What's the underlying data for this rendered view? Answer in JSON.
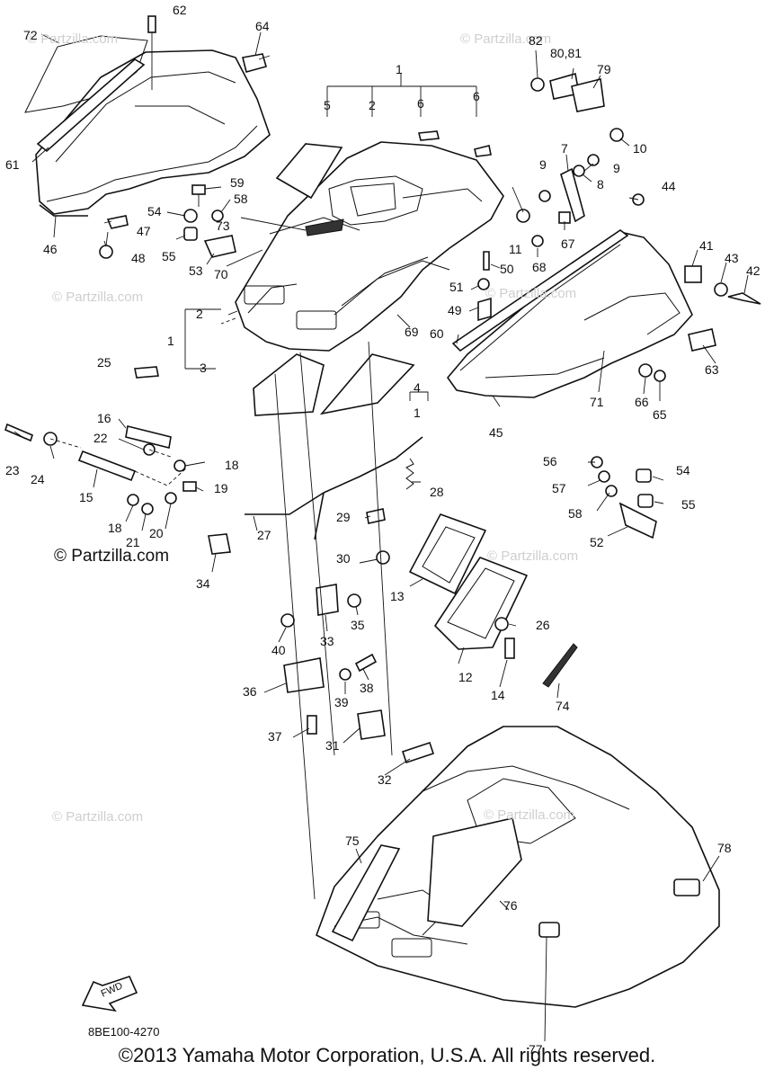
{
  "diagram": {
    "code": "8BE100-4270",
    "copyright": "©2013 Yamaha Motor Corporation, U.S.A. All rights reserved.",
    "fwd_label": "FWD",
    "watermark": "© Partzilla.com",
    "watermark_main": "© Partzilla.com"
  },
  "callouts": [
    {
      "id": "72",
      "text": "72"
    },
    {
      "id": "62",
      "text": "62"
    },
    {
      "id": "64",
      "text": "64"
    },
    {
      "id": "61",
      "text": "61"
    },
    {
      "id": "46",
      "text": "46"
    },
    {
      "id": "47",
      "text": "47"
    },
    {
      "id": "48",
      "text": "48"
    },
    {
      "id": "54a",
      "text": "54"
    },
    {
      "id": "55a",
      "text": "55"
    },
    {
      "id": "53",
      "text": "53"
    },
    {
      "id": "59",
      "text": "59"
    },
    {
      "id": "58a",
      "text": "58"
    },
    {
      "id": "73",
      "text": "73"
    },
    {
      "id": "70",
      "text": "70"
    },
    {
      "id": "1a",
      "text": "1"
    },
    {
      "id": "5",
      "text": "5"
    },
    {
      "id": "2a",
      "text": "2"
    },
    {
      "id": "6a",
      "text": "6"
    },
    {
      "id": "6b",
      "text": "6"
    },
    {
      "id": "82",
      "text": "82"
    },
    {
      "id": "80_81",
      "text": "80,81"
    },
    {
      "id": "79",
      "text": "79"
    },
    {
      "id": "10",
      "text": "10"
    },
    {
      "id": "7",
      "text": "7"
    },
    {
      "id": "9a",
      "text": "9"
    },
    {
      "id": "9b",
      "text": "9"
    },
    {
      "id": "8",
      "text": "8"
    },
    {
      "id": "44",
      "text": "44"
    },
    {
      "id": "11",
      "text": "11"
    },
    {
      "id": "67",
      "text": "67"
    },
    {
      "id": "68",
      "text": "68"
    },
    {
      "id": "50",
      "text": "50"
    },
    {
      "id": "51",
      "text": "51"
    },
    {
      "id": "49",
      "text": "49"
    },
    {
      "id": "41",
      "text": "41"
    },
    {
      "id": "43",
      "text": "43"
    },
    {
      "id": "42",
      "text": "42"
    },
    {
      "id": "2b",
      "text": "2"
    },
    {
      "id": "1b",
      "text": "1"
    },
    {
      "id": "3",
      "text": "3"
    },
    {
      "id": "69",
      "text": "69"
    },
    {
      "id": "60",
      "text": "60"
    },
    {
      "id": "63",
      "text": "63"
    },
    {
      "id": "25",
      "text": "25"
    },
    {
      "id": "4",
      "text": "4"
    },
    {
      "id": "1c",
      "text": "1"
    },
    {
      "id": "71",
      "text": "71"
    },
    {
      "id": "66",
      "text": "66"
    },
    {
      "id": "65",
      "text": "65"
    },
    {
      "id": "45",
      "text": "45"
    },
    {
      "id": "16",
      "text": "16"
    },
    {
      "id": "22",
      "text": "22"
    },
    {
      "id": "18a",
      "text": "18"
    },
    {
      "id": "23",
      "text": "23"
    },
    {
      "id": "24",
      "text": "24"
    },
    {
      "id": "15",
      "text": "15"
    },
    {
      "id": "19",
      "text": "19"
    },
    {
      "id": "18b",
      "text": "18"
    },
    {
      "id": "21",
      "text": "21"
    },
    {
      "id": "20",
      "text": "20"
    },
    {
      "id": "34",
      "text": "34"
    },
    {
      "id": "27",
      "text": "27"
    },
    {
      "id": "28",
      "text": "28"
    },
    {
      "id": "29",
      "text": "29"
    },
    {
      "id": "30",
      "text": "30"
    },
    {
      "id": "56",
      "text": "56"
    },
    {
      "id": "57",
      "text": "57"
    },
    {
      "id": "54b",
      "text": "54"
    },
    {
      "id": "58b",
      "text": "58"
    },
    {
      "id": "55b",
      "text": "55"
    },
    {
      "id": "52",
      "text": "52"
    },
    {
      "id": "13",
      "text": "13"
    },
    {
      "id": "40",
      "text": "40"
    },
    {
      "id": "33",
      "text": "33"
    },
    {
      "id": "35",
      "text": "35"
    },
    {
      "id": "26",
      "text": "26"
    },
    {
      "id": "12",
      "text": "12"
    },
    {
      "id": "14",
      "text": "14"
    },
    {
      "id": "36",
      "text": "36"
    },
    {
      "id": "39",
      "text": "39"
    },
    {
      "id": "38",
      "text": "38"
    },
    {
      "id": "74",
      "text": "74"
    },
    {
      "id": "37",
      "text": "37"
    },
    {
      "id": "31",
      "text": "31"
    },
    {
      "id": "32",
      "text": "32"
    },
    {
      "id": "75",
      "text": "75"
    },
    {
      "id": "78",
      "text": "78"
    },
    {
      "id": "76",
      "text": "76"
    },
    {
      "id": "77",
      "text": "77"
    }
  ]
}
